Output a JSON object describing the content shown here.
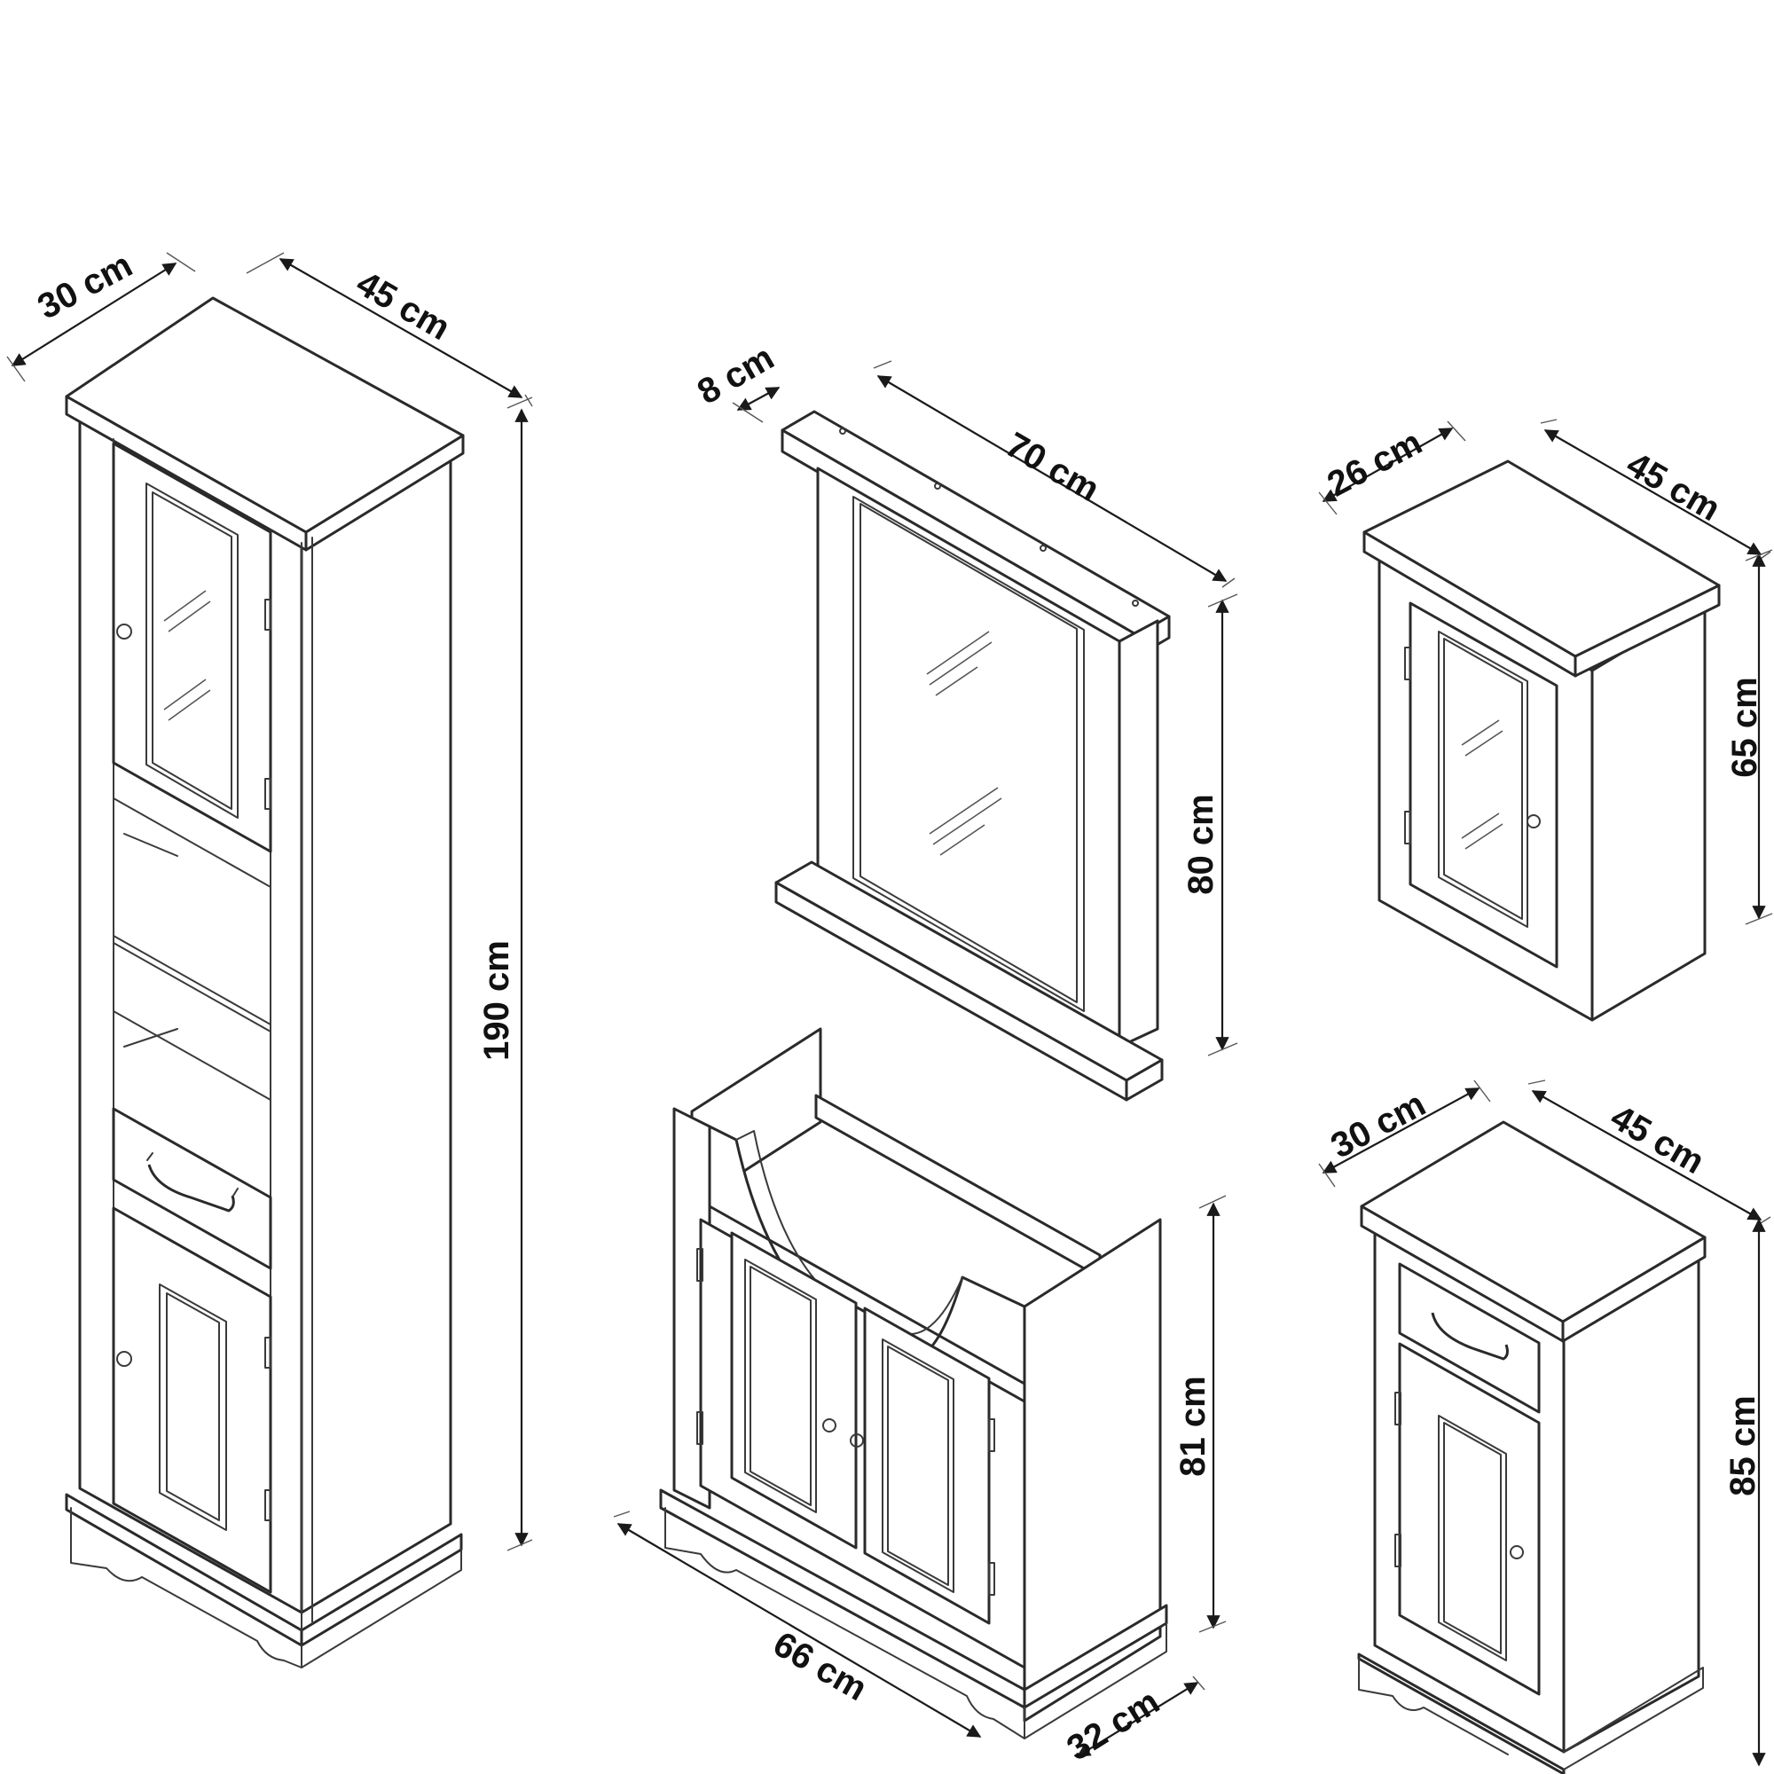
{
  "dimensions": {
    "tall_cabinet": {
      "depth": "30 cm",
      "width": "45 cm",
      "height": "190 cm"
    },
    "mirror": {
      "depth": "8 cm",
      "width": "70 cm",
      "height": "80 cm"
    },
    "wall_cabinet": {
      "depth": "26 cm",
      "width": "45 cm",
      "height": "65 cm"
    },
    "sink_cabinet": {
      "width": "66 cm",
      "depth": "32 cm",
      "height": "81 cm"
    },
    "small_cabinet": {
      "depth": "30 cm",
      "width": "45 cm",
      "height": "85 cm"
    }
  },
  "colors": {
    "line": "#2a2a2a",
    "background": "#ffffff"
  }
}
